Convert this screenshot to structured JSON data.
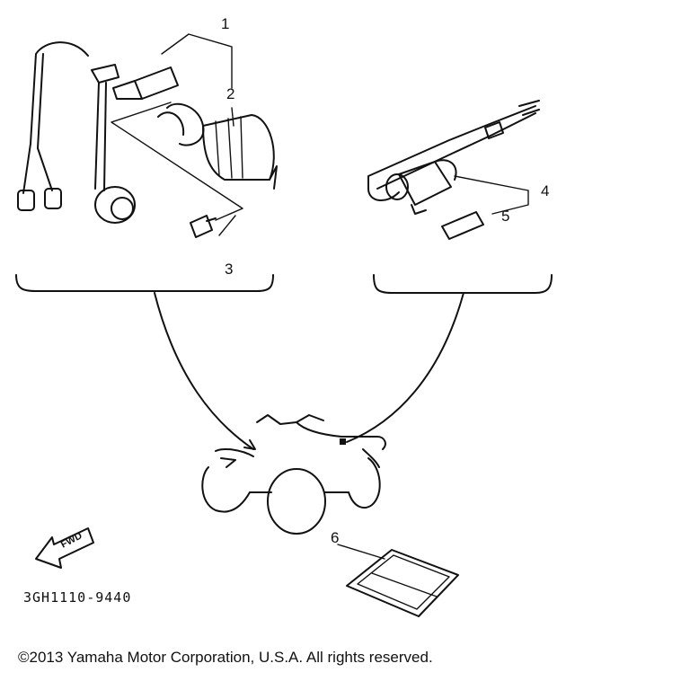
{
  "callouts": {
    "c1": "1",
    "c2": "2",
    "c3": "3",
    "c4": "4",
    "c5": "5",
    "c6": "6"
  },
  "part_code": "3GH1110-9440",
  "fwd_label": "FWD",
  "copyright": "©2013 Yamaha Motor Corporation, U.S.A. All rights reserved."
}
